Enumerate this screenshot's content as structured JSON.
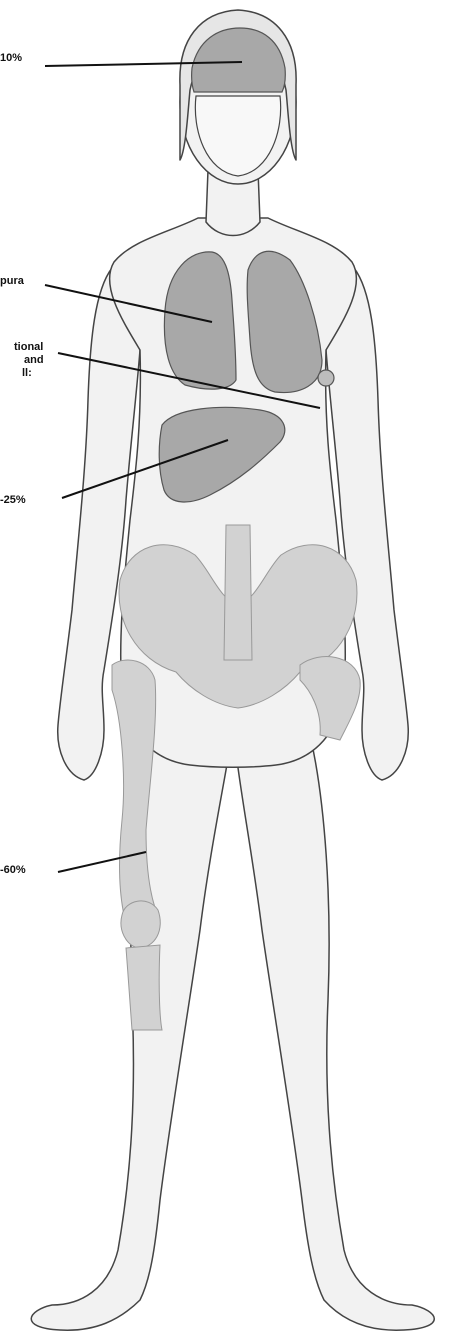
{
  "labels": {
    "brain": "10%",
    "lung": "pura",
    "pleura": [
      "tional",
      "and",
      "ll:"
    ],
    "liver": "-25%",
    "bone": "-60%"
  },
  "colors": {
    "skin": "#f2f2f2",
    "outline": "#444444",
    "organ": "#a8a8a8",
    "bone": "#d2d2d2",
    "leader": "#111111"
  }
}
